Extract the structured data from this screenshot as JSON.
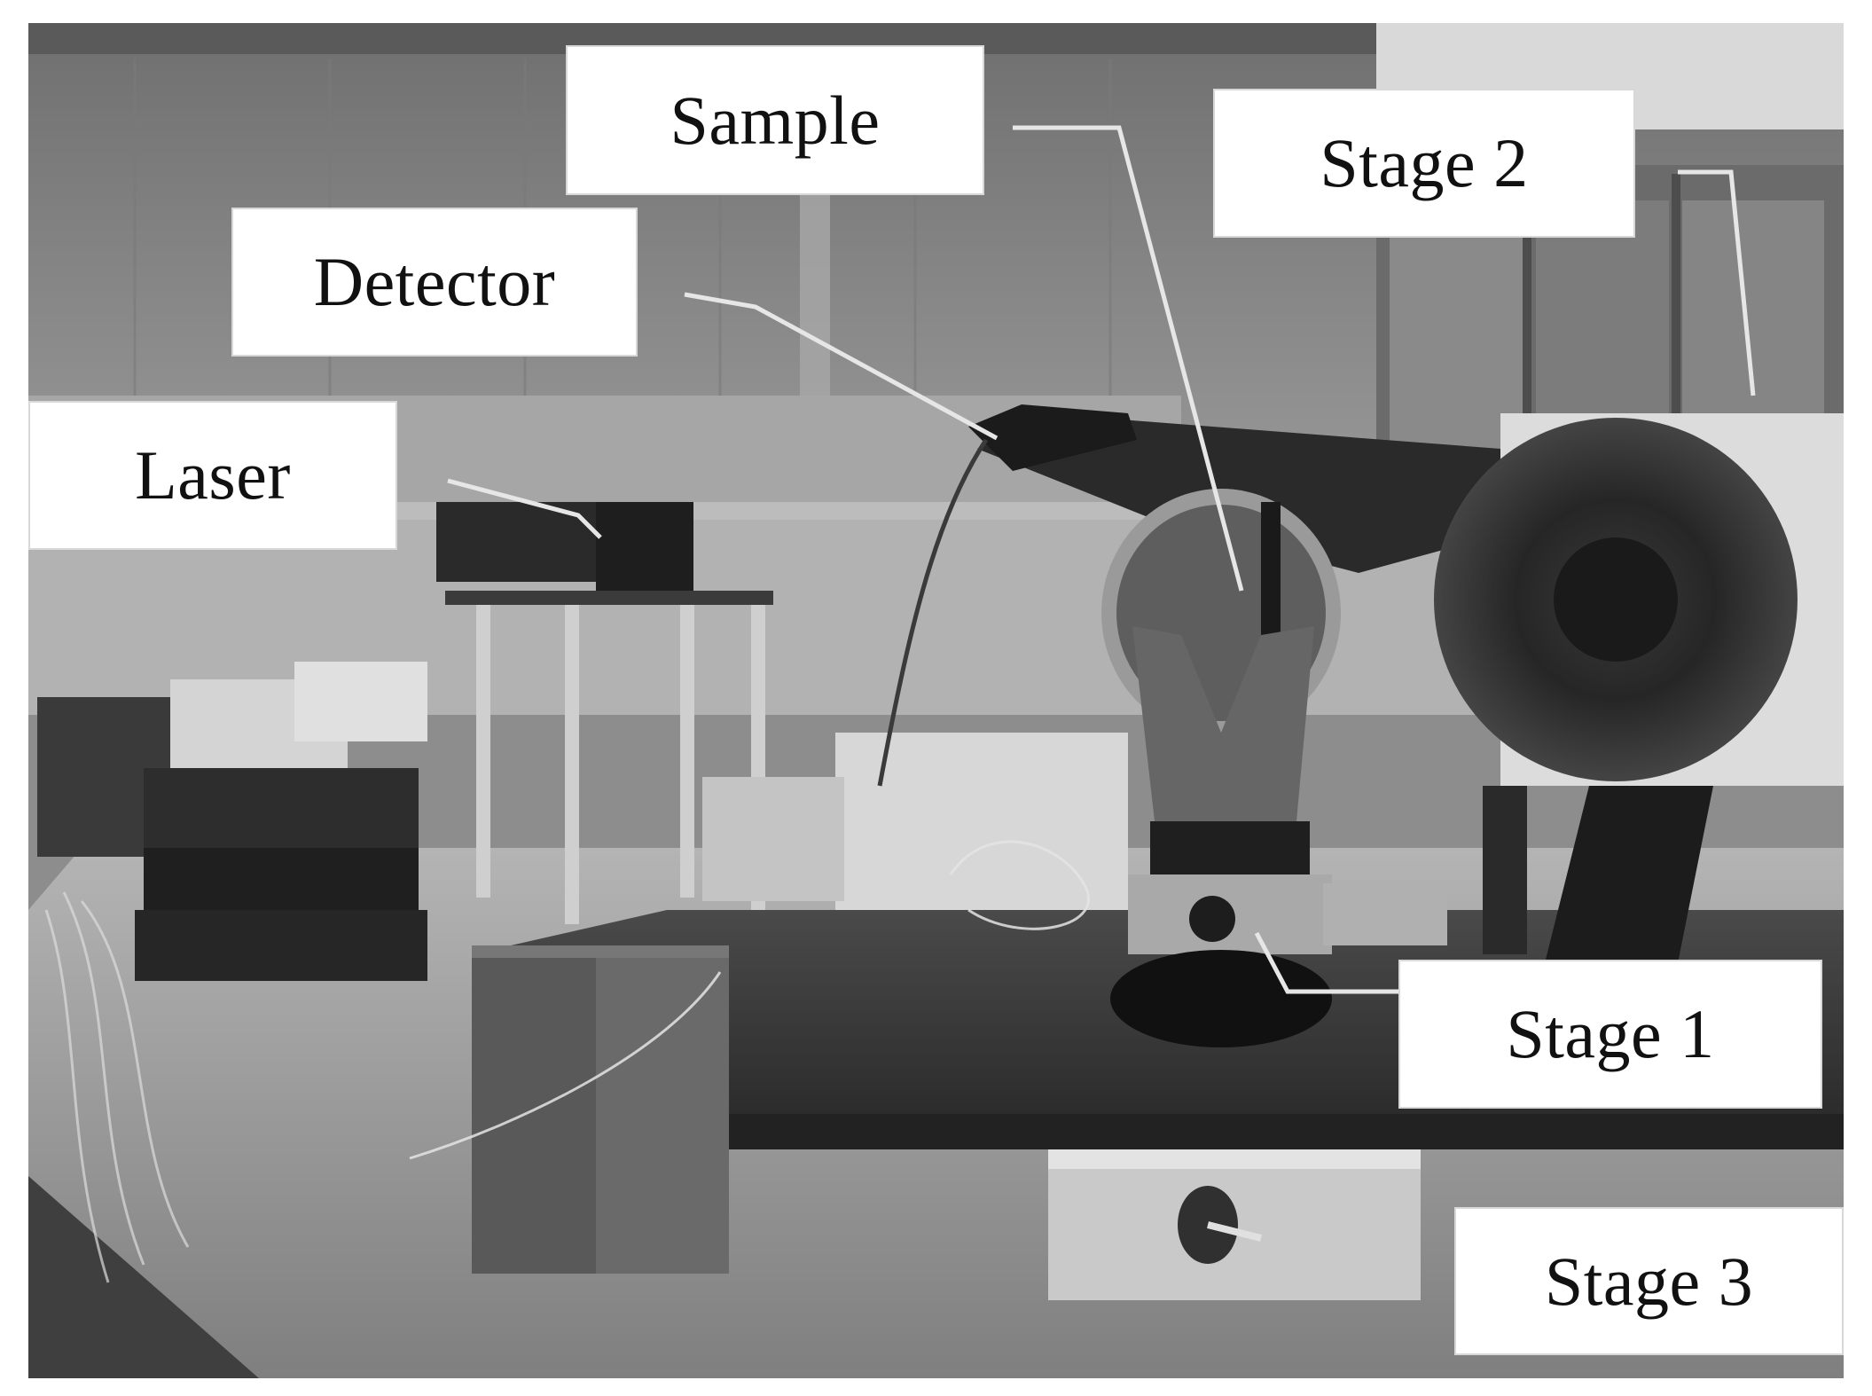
{
  "labels": {
    "laser": "Laser",
    "detector": "Detector",
    "sample": "Sample",
    "stage_2": "Stage 2",
    "stage_1": "Stage 1",
    "stage_3": "Stage 3"
  },
  "colors": {
    "callout_background": "#ffffff",
    "callout_text": "#111111",
    "leader_line": "#e6e6e6"
  }
}
